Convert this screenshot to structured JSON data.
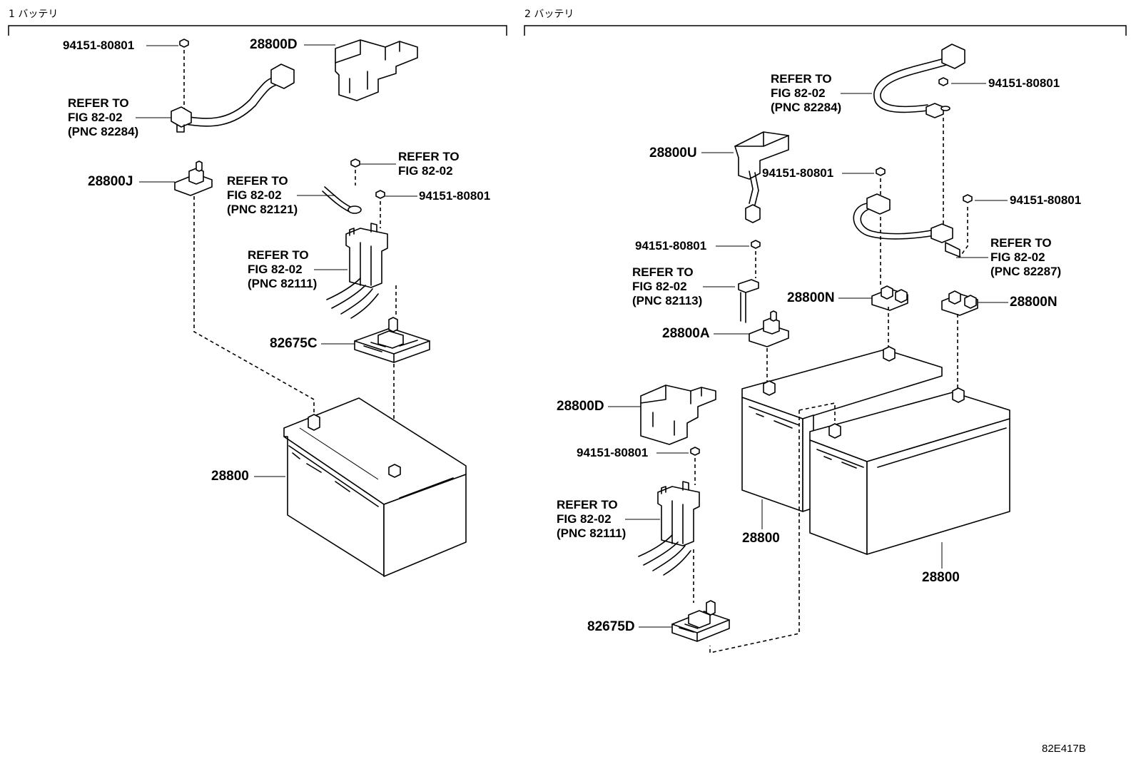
{
  "sections": {
    "left_title": "1 バッテリ",
    "right_title": "2 バッテリ"
  },
  "left": {
    "nut_top": "94151-80801",
    "refer_cable": [
      "REFER TO",
      "FIG 82-02",
      "(PNC 82284)"
    ],
    "cover_top": "28800D",
    "terminal_j": "28800J",
    "refer_wire": [
      "REFER TO",
      "FIG 82-02",
      "(PNC 82121)"
    ],
    "refer_nut": [
      "REFER TO",
      "FIG 82-02"
    ],
    "nut_mid": "94151-80801",
    "refer_block": [
      "REFER TO",
      "FIG 82-02",
      "(PNC 82111)"
    ],
    "holder": "82675C",
    "battery": "28800"
  },
  "right": {
    "refer_cable": [
      "REFER TO",
      "FIG 82-02",
      "(PNC 82284)"
    ],
    "nut_top": "94151-80801",
    "cover_u": "28800U",
    "nut_mid": "94151-80801",
    "nut_right": "94151-80801",
    "nut_left": "94151-80801",
    "refer_82287": [
      "REFER TO",
      "FIG 82-02",
      "(PNC 82287)"
    ],
    "refer_82113": [
      "REFER TO",
      "FIG 82-02",
      "(PNC 82113)"
    ],
    "terminal_n1": "28800N",
    "terminal_n2": "28800N",
    "terminal_a": "28800A",
    "cover_d": "28800D",
    "nut_low": "94151-80801",
    "refer_block": [
      "REFER TO",
      "FIG 82-02",
      "(PNC 82111)"
    ],
    "battery1": "28800",
    "battery2": "28800",
    "holder": "82675D"
  },
  "figure_code": "82E417B"
}
